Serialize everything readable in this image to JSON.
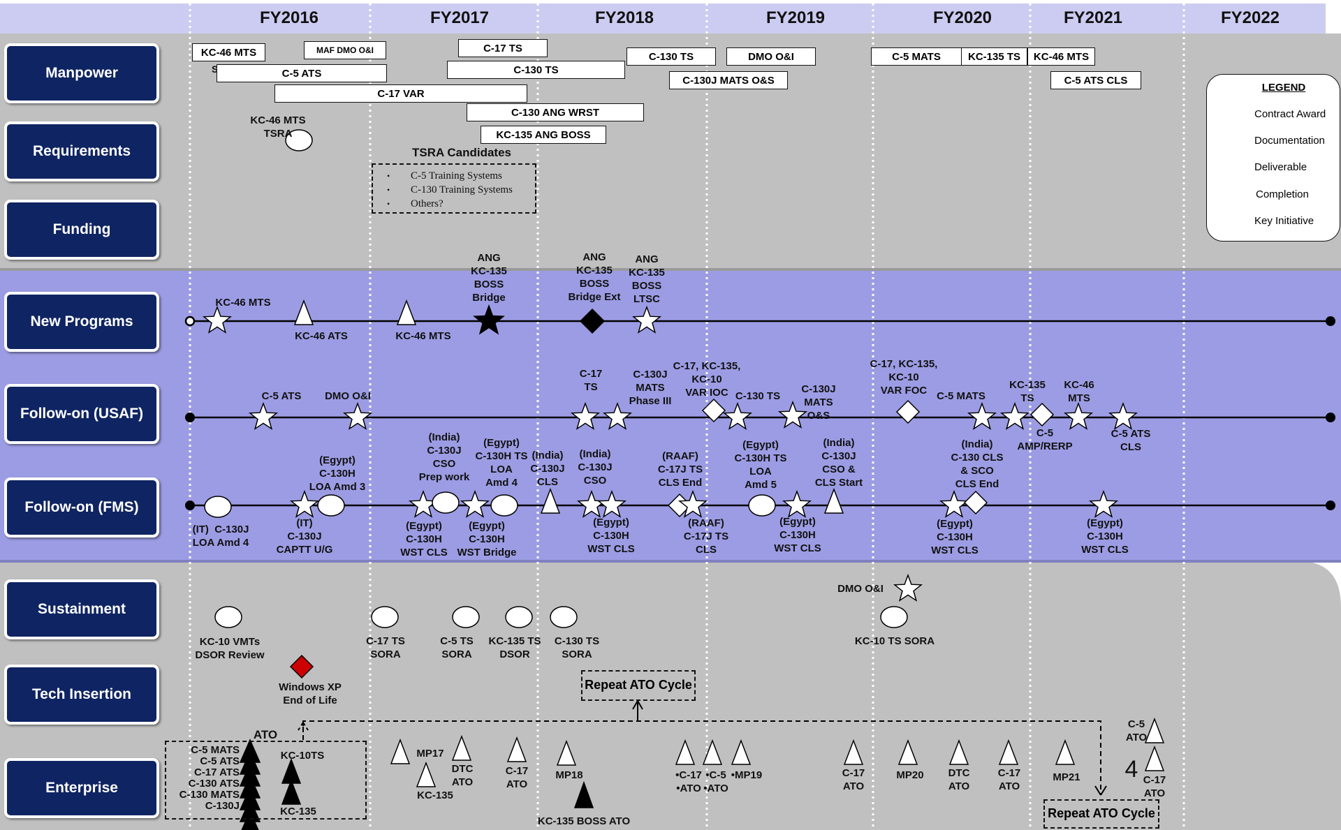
{
  "fiscal_years": [
    "FY2016",
    "FY2017",
    "FY2018",
    "FY2019",
    "FY2020",
    "FY2021",
    "FY2022"
  ],
  "categories": [
    "Manpower",
    "Requirements",
    "Funding",
    "New Programs",
    "Follow-on  (USAF)",
    "Follow-on  (FMS)",
    "Sustainment",
    "Tech Insertion",
    "Enterprise"
  ],
  "legend": {
    "title": "LEGEND",
    "items": [
      {
        "shape": "star",
        "label": "Contract Award"
      },
      {
        "shape": "ellipse",
        "label": "Documentation"
      },
      {
        "shape": "triangle",
        "label": "Deliverable"
      },
      {
        "shape": "diamond",
        "label": "Completion"
      },
      {
        "shape": "bolt",
        "label": "Key Initiative"
      }
    ]
  },
  "manpower_bars": [
    "KC-46 MTS",
    "MAF DMO O&I",
    "C-5 ATS",
    "C-17 TS",
    "C-130 TS",
    "C-17 VAR",
    "C-130 ANG WRST",
    "KC-135 ANG BOSS",
    "C-130 TS",
    "DMO O&I",
    "C-130J MATS O&S",
    "C-5 MATS",
    "KC-135 TS",
    "KC-46 MTS",
    "C-5 ATS CLS"
  ],
  "manpower_fragment": "S",
  "requirements": {
    "kc46_tsra": "KC-46 MTS\nTSRA",
    "tsra_title": "TSRA Candidates",
    "tsra_items": [
      "C-5 Training Systems",
      "C-130 Training Systems",
      "Others?"
    ]
  },
  "new_programs": [
    "KC-46 MTS",
    "KC-46 ATS",
    "KC-46 MTS",
    "ANG\nKC-135\nBOSS\nBridge",
    "ANG\nKC-135\nBOSS\nBridge Ext",
    "ANG\nKC-135\nBOSS\nLTSC"
  ],
  "followon_usaf": [
    "C-5 ATS",
    "DMO O&I",
    "C-17\nTS",
    "C-130J\nMATS\nPhase III",
    "C-17, KC-135,\nKC-10\nVAR IOC",
    "C-130 TS",
    "C-130J\nMATS\nO&S",
    "C-17, KC-135,\nKC-10\nVAR FOC",
    "C-5 MATS",
    "KC-135\nTS",
    "C-5\nAMP/RERP",
    "KC-46\nMTS",
    "C-5 ATS\nCLS"
  ],
  "followon_fms_above": [
    "(Egypt)\nC-130H\nLOA Amd 3",
    "(India)\nC-130J\nCSO\nPrep work",
    "(Egypt)\nC-130H TS\nLOA\nAmd 4",
    "(India)\nC-130J\nCLS",
    "(India)\nC-130J\nCSO",
    "(RAAF)\nC-17J TS\nCLS End",
    "(Egypt)\nC-130H TS\nLOA\nAmd 5",
    "(India)\nC-130J\nCSO &\nCLS Start",
    "(India)\nC-130 CLS\n& SCO\nCLS End"
  ],
  "followon_fms_below": [
    "(IT)  C-130J\nLOA Amd 4",
    "(IT)\nC-130J\nCAPTT U/G",
    "(Egypt)\nC-130H\nWST CLS",
    "(Egypt)\nC-130H\nWST Bridge",
    "(Egypt)\nC-130H\nWST CLS",
    "(RAAF)\nC-17J TS\nCLS",
    "(Egypt)\nC-130H\nWST CLS",
    "(Egypt)\nC-130H\nWST CLS",
    "(Egypt)\nC-130H\nWST CLS"
  ],
  "sustainment": [
    "KC-10 VMTs\nDSOR Review",
    "C-17 TS\nSORA",
    "C-5 TS\nSORA",
    "KC-135 TS\nDSOR",
    "C-130 TS\nSORA",
    "DMO O&I",
    "KC-10 TS SORA"
  ],
  "tech_insertion": {
    "winxp": "Windows XP\nEnd of Life",
    "repeat_top": "Repeat ATO Cycle"
  },
  "enterprise": {
    "ato": "ATO",
    "left_list": "C-5 MATS\nC-5 ATS\nC-17 ATS\nC-130 ATS\nC-130 MATS\nC-130J",
    "kc10ts": "KC-10TS",
    "kc135": "KC-135",
    "items": [
      "MP17",
      "KC-135",
      "DTC\nATO",
      "C-17\nATO",
      "MP18",
      "KC-135 BOSS ATO",
      "•C-17\n•ATO",
      "•C-5\n•ATO",
      "•MP19",
      "C-17\nATO",
      "MP20",
      "DTC\nATO",
      "C-17\nATO",
      "MP21",
      "C-5\nATO",
      "C-17\nATO"
    ],
    "number_four": "4",
    "repeat_bottom": "Repeat ATO Cycle"
  },
  "colors": {
    "navy": "#0f2462",
    "gray_band": "#c0c0c0",
    "blue_band": "#9c9ce4",
    "header_band": "#ccccf2",
    "red_diamond": "#cc0000",
    "bolt_green": "#2a9d5a"
  }
}
